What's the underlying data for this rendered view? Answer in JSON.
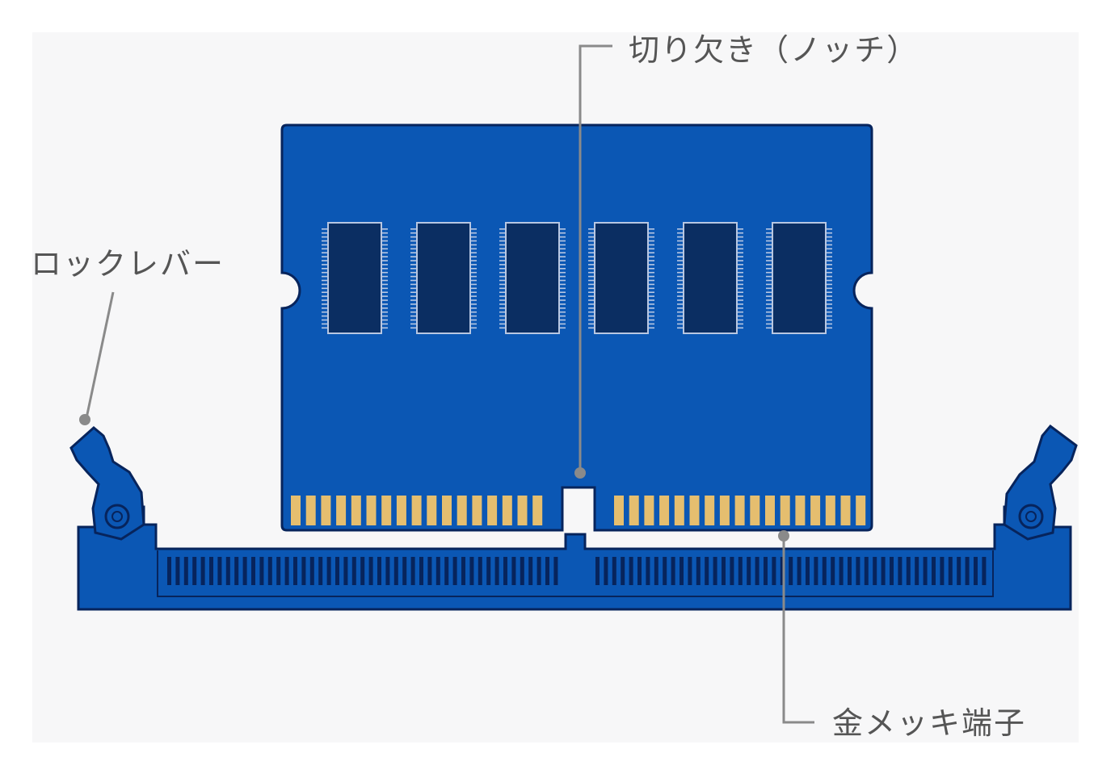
{
  "labels": {
    "notch": "切り欠き（ノッチ）",
    "lock_lever": "ロックレバー",
    "gold_terminal": "金メッキ端子"
  },
  "colors": {
    "background": "#f7f7f8",
    "pcb": "#0b57b4",
    "outline": "#07245c",
    "chip": "#0b2e62",
    "chip_pin": "#b8c7e2",
    "gold": "#e5be6f",
    "slot": "#0c3e93",
    "leader": "#8a8a8a"
  }
}
